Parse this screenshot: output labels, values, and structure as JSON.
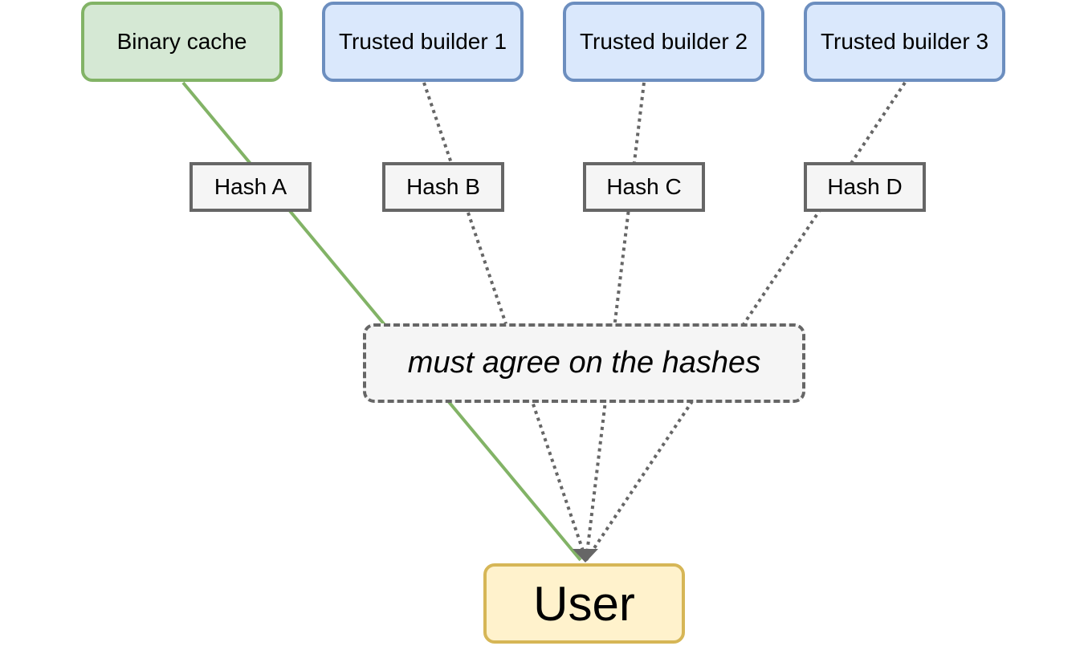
{
  "sources": [
    {
      "label": "Binary cache",
      "kind": "cache"
    },
    {
      "label": "Trusted builder 1",
      "kind": "builder"
    },
    {
      "label": "Trusted builder 2",
      "kind": "builder"
    },
    {
      "label": "Trusted builder 3",
      "kind": "builder"
    }
  ],
  "hashes": [
    "Hash A",
    "Hash B",
    "Hash C",
    "Hash D"
  ],
  "consensus": {
    "label": "must agree on the hashes"
  },
  "user": {
    "label": "User"
  },
  "colors": {
    "cache_stroke": "#82b366",
    "cache_fill": "#d5e8d4",
    "builder_stroke": "#6c8ebf",
    "builder_fill": "#dae8fc",
    "hash_stroke": "#666666",
    "hash_fill": "#f5f5f5",
    "user_stroke": "#d6b656",
    "user_fill": "#fff2cc",
    "connector_trusted": "#82b366",
    "connector_check": "#666666"
  }
}
